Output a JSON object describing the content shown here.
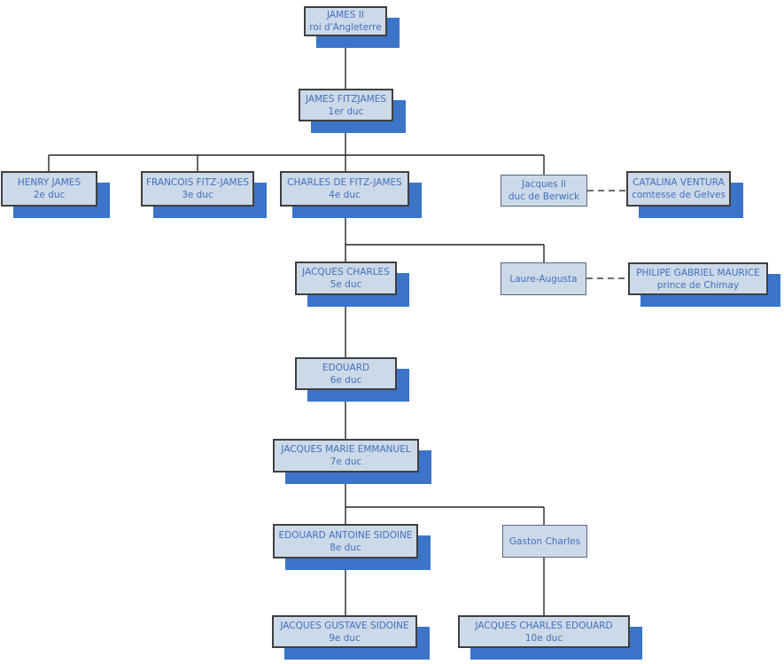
{
  "diagram": {
    "type": "family-tree-org-chart",
    "subject": "Ducs de Berwick (famille FitzJames)",
    "colors": {
      "background": "#ffffff",
      "node_fill": "#ccd9e8",
      "node_border": "#3f3f3f",
      "node_border_plain": "#5a6878",
      "node_shadow": "#3b74c8",
      "text": "#4270bd",
      "line_solid": "#262626",
      "line_dashed": "#595959"
    },
    "edges": [
      {
        "from": "james-ii",
        "to": "james-fitzjames",
        "style": "solid"
      },
      {
        "from": "james-fitzjames",
        "to": "henry-james",
        "style": "solid"
      },
      {
        "from": "james-fitzjames",
        "to": "francois-fitz-james",
        "style": "solid"
      },
      {
        "from": "james-fitzjames",
        "to": "charles-de-fitz-james",
        "style": "solid"
      },
      {
        "from": "james-fitzjames",
        "to": "jacques-ii",
        "style": "solid"
      },
      {
        "from": "jacques-ii",
        "to": "catalina-ventura",
        "style": "dashed"
      },
      {
        "from": "charles-de-fitz-james",
        "to": "jacques-charles",
        "style": "solid"
      },
      {
        "from": "charles-de-fitz-james",
        "to": "laure-augusta",
        "style": "solid"
      },
      {
        "from": "laure-augusta",
        "to": "philipe-gabriel-maurice",
        "style": "dashed"
      },
      {
        "from": "jacques-charles",
        "to": "edouard",
        "style": "solid"
      },
      {
        "from": "edouard",
        "to": "jacques-marie-emmanuel",
        "style": "solid"
      },
      {
        "from": "jacques-marie-emmanuel",
        "to": "edouard-antoine-sidoine",
        "style": "solid"
      },
      {
        "from": "jacques-marie-emmanuel",
        "to": "gaston-charles",
        "style": "solid"
      },
      {
        "from": "edouard-antoine-sidoine",
        "to": "jacques-gustave-sidoine",
        "style": "solid"
      },
      {
        "from": "gaston-charles",
        "to": "jacques-charles-edouard",
        "style": "solid"
      }
    ]
  },
  "nodes": [
    {
      "id": "james-ii",
      "name": "JAMES II",
      "subtitle": "roi d'Angleterre"
    },
    {
      "id": "james-fitzjames",
      "name": "JAMES FITZJAMES",
      "subtitle": "1er duc"
    },
    {
      "id": "henry-james",
      "name": "HENRY JAMES",
      "subtitle": "2e duc"
    },
    {
      "id": "francois-fitz-james",
      "name": "FRANCOIS FITZ-JAMES",
      "subtitle": "3e duc"
    },
    {
      "id": "charles-de-fitz-james",
      "name": "CHARLES DE FITZ-JAMES",
      "subtitle": "4e duc"
    },
    {
      "id": "jacques-ii",
      "name": "Jacques Ii",
      "subtitle": "duc de Berwick"
    },
    {
      "id": "catalina-ventura",
      "name": "CATALINA VENTURA",
      "subtitle": "comtesse de Gelves"
    },
    {
      "id": "jacques-charles",
      "name": "JACQUES CHARLES",
      "subtitle": "5e duc"
    },
    {
      "id": "laure-augusta",
      "name": "Laure-Augusta",
      "subtitle": ""
    },
    {
      "id": "philipe-gabriel-maurice",
      "name": "PHILIPE GABRIEL MAURICE",
      "subtitle": "prince de Chimay"
    },
    {
      "id": "edouard",
      "name": "EDOUARD",
      "subtitle": "6e duc"
    },
    {
      "id": "jacques-marie-emmanuel",
      "name": "JACQUES MARIE EMMANUEL",
      "subtitle": "7e duc"
    },
    {
      "id": "edouard-antoine-sidoine",
      "name": "EDOUARD ANTOINE SIDOINE",
      "subtitle": "8e duc"
    },
    {
      "id": "gaston-charles",
      "name": "Gaston Charles",
      "subtitle": ""
    },
    {
      "id": "jacques-gustave-sidoine",
      "name": "JACQUES GUSTAVE SIDOINE",
      "subtitle": "9e duc"
    },
    {
      "id": "jacques-charles-edouard",
      "name": "JACQUES CHARLES EDOUARD",
      "subtitle": "10e duc"
    }
  ]
}
